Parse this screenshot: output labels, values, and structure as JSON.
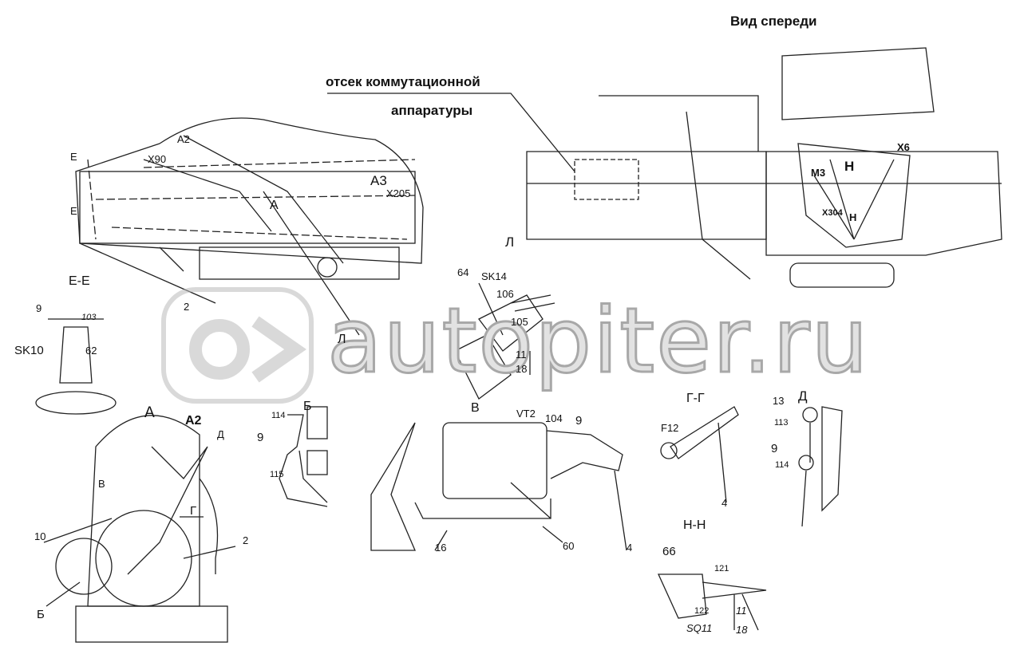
{
  "header": {
    "title": "Вид спереди",
    "compartment_line1": "отсек коммутационной",
    "compartment_line2": "аппаратуры"
  },
  "watermark": {
    "text": "autopiter.ru"
  },
  "top_left": {
    "a2": "А2",
    "x90": "Х90",
    "e_top": "Е",
    "e_bottom": "Е",
    "a3": "А3",
    "x205": "Х205",
    "a": "А",
    "n2": "2",
    "l": "Л"
  },
  "front_view": {
    "x6": "Х6",
    "m3": "М3",
    "h_top": "Н",
    "x304": "Х304",
    "h_bottom": "Н"
  },
  "section_ee": {
    "title": "Е-Е",
    "n9": "9",
    "n103": "103",
    "n62": "62",
    "sk10": "SK10"
  },
  "view_l": {
    "title": "Л",
    "n64": "64",
    "sk14": "SK14",
    "n106": "106",
    "n105": "105",
    "n11": "11",
    "n18": "18"
  },
  "view_a": {
    "a": "А",
    "a2": "А2",
    "d": "Д",
    "v": "В",
    "g": "Г",
    "n10": "10",
    "n2": "2",
    "b": "Б"
  },
  "view_b": {
    "title": "Б",
    "n114": "114",
    "n9": "9",
    "n115": "115"
  },
  "view_v": {
    "title": "В",
    "vt2": "VT2",
    "n104": "104",
    "n9": "9",
    "n16": "16",
    "n60": "60",
    "n4": "4"
  },
  "section_gg": {
    "title": "Г-Г",
    "f12": "F12",
    "n4": "4"
  },
  "view_d": {
    "title": "Д",
    "n13": "13",
    "n113": "113",
    "n9": "9",
    "n114": "114"
  },
  "section_nn": {
    "title": "Н-Н",
    "n66": "66",
    "n121": "121",
    "n122": "122",
    "n11": "11",
    "n18": "18",
    "sq11": "SQ11"
  }
}
